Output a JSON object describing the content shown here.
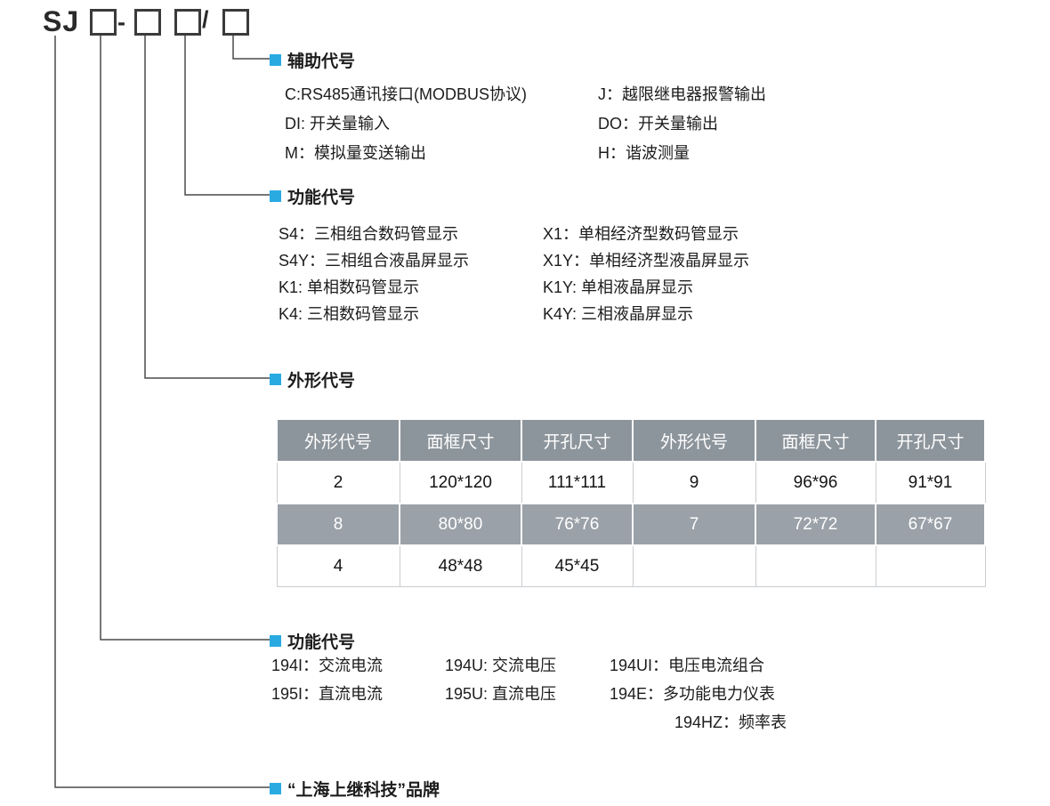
{
  "model": {
    "prefix": "SJ",
    "dash": "-",
    "slash": "/"
  },
  "sections": {
    "auxiliary": {
      "title": "辅助代号",
      "left": [
        "C:RS485通讯接口(MODBUS协议)",
        "DI: 开关量输入",
        "M：模拟量变送输出"
      ],
      "right": [
        "J：越限继电器报警输出",
        "DO：开关量输出",
        "H：谐波测量"
      ]
    },
    "display": {
      "title": "功能代号",
      "left": [
        "S4：三相组合数码管显示",
        "S4Y：三相组合液晶屏显示",
        "K1: 单相数码管显示",
        "K4: 三相数码管显示"
      ],
      "right": [
        "X1：单相经济型数码管显示",
        "X1Y：单相经济型液晶屏显示",
        "K1Y: 单相液晶屏显示",
        "K4Y: 三相液晶屏显示"
      ]
    },
    "shape": {
      "title": "外形代号",
      "table": {
        "headers": [
          "外形代号",
          "面框尺寸",
          "开孔尺寸",
          "外形代号",
          "面框尺寸",
          "开孔尺寸"
        ],
        "rows": [
          [
            "2",
            "120*120",
            "111*111",
            "9",
            "96*96",
            "91*91"
          ],
          [
            "8",
            "80*80",
            "76*76",
            "7",
            "72*72",
            "67*67"
          ],
          [
            "4",
            "48*48",
            "45*45",
            "",
            "",
            ""
          ]
        ]
      }
    },
    "function": {
      "title": "功能代号",
      "row1": [
        "194I：交流电流",
        "194U: 交流电压",
        "194UI：电压电流组合"
      ],
      "row2": [
        "195I：直流电流",
        "195U: 直流电压",
        "194E：多功能电力仪表"
      ],
      "row3": [
        "194HZ：频率表"
      ]
    },
    "brand": {
      "title": "“上海上继科技”品牌"
    }
  },
  "colors": {
    "accent": "#29abe2",
    "table_header_bg": "#8d959c",
    "table_dark_row_bg": "#9aa1a8",
    "connector_line": "#4a4a4a"
  }
}
